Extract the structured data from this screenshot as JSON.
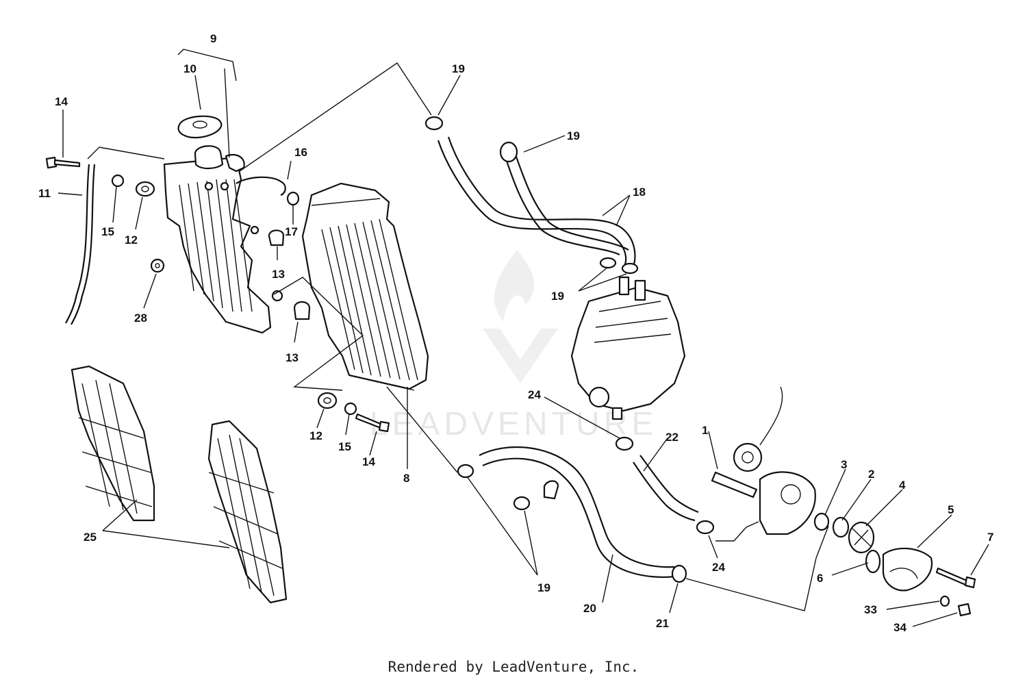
{
  "footer": {
    "credit": "Rendered by LeadVenture, Inc."
  },
  "watermark": {
    "text": "LEADVENTURE",
    "icon": "flame-v-logo-icon"
  },
  "callouts": {
    "c1": "1",
    "c2": "2",
    "c3": "3",
    "c4": "4",
    "c5": "5",
    "c6": "6",
    "c7": "7",
    "c8": "8",
    "c9": "9",
    "c10": "10",
    "c11": "11",
    "c12a": "12",
    "c12b": "12",
    "c13a": "13",
    "c13b": "13",
    "c14a": "14",
    "c14b": "14",
    "c15a": "15",
    "c15b": "15",
    "c16": "16",
    "c17": "17",
    "c18": "18",
    "c19a": "19",
    "c19b": "19",
    "c19c": "19",
    "c19d": "19",
    "c20": "20",
    "c21": "21",
    "c22": "22",
    "c24a": "24",
    "c24b": "24",
    "c25": "25",
    "c28": "28",
    "c33": "33",
    "c34": "34"
  }
}
